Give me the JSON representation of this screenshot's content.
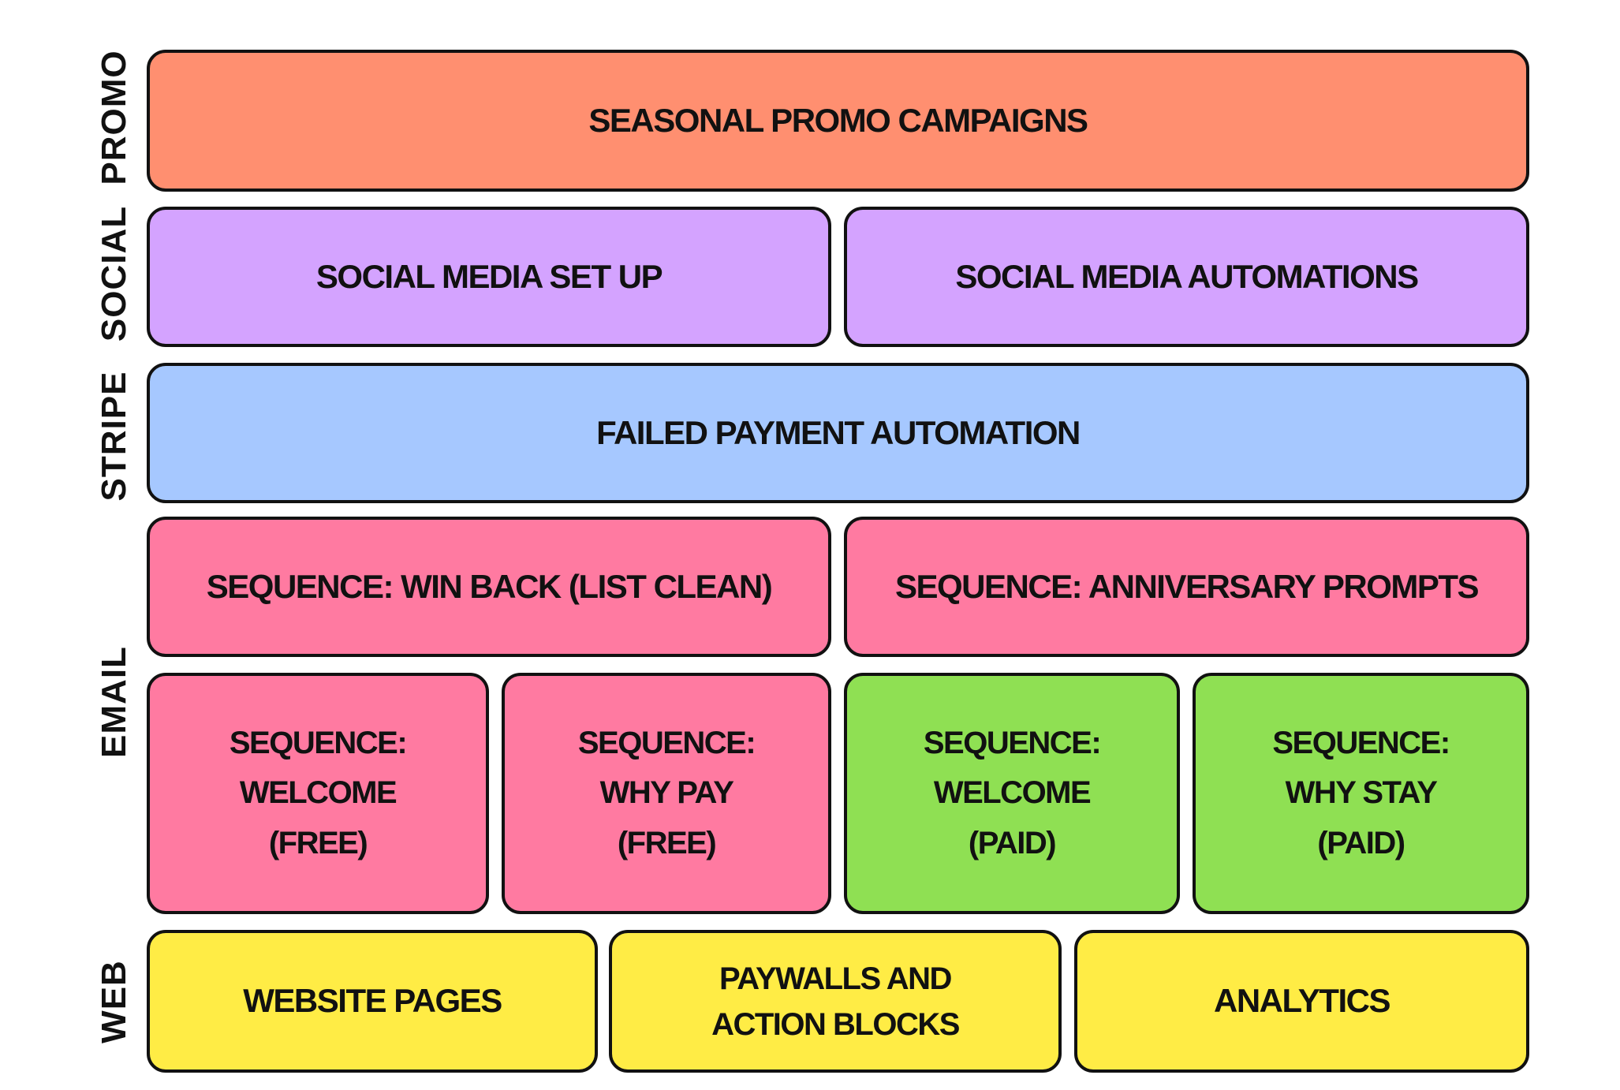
{
  "rows": {
    "promo": {
      "label": "PROMO",
      "boxes": [
        "SEASONAL PROMO CAMPAIGNS"
      ]
    },
    "social": {
      "label": "SOCIAL",
      "boxes": [
        "SOCIAL MEDIA SET UP",
        "SOCIAL MEDIA AUTOMATIONS"
      ]
    },
    "stripe": {
      "label": "STRIPE",
      "boxes": [
        "FAILED PAYMENT AUTOMATION"
      ]
    },
    "email": {
      "label": "EMAIL",
      "wide": [
        "SEQUENCE: WIN BACK (LIST CLEAN)",
        "SEQUENCE: ANNIVERSARY PROMPTS"
      ],
      "small": [
        {
          "lines": [
            "SEQUENCE:",
            "WELCOME",
            "(FREE)"
          ]
        },
        {
          "lines": [
            "SEQUENCE:",
            "WHY PAY",
            "(FREE)"
          ]
        },
        {
          "lines": [
            "SEQUENCE:",
            "WELCOME",
            "(PAID)"
          ]
        },
        {
          "lines": [
            "SEQUENCE:",
            "WHY STAY",
            "(PAID)"
          ]
        }
      ]
    },
    "web": {
      "label": "WEB",
      "boxes": [
        {
          "lines": [
            "WEBSITE PAGES"
          ]
        },
        {
          "lines": [
            "PAYWALLS AND",
            "ACTION BLOCKS"
          ]
        },
        {
          "lines": [
            "ANALYTICS"
          ]
        }
      ]
    }
  },
  "colors": {
    "promo": "#ff8f70",
    "social": "#d4a3ff",
    "stripe": "#a6c8ff",
    "email": "#ff7aa1",
    "email_paid": "#8fe053",
    "web": "#ffec45",
    "border": "#111111"
  }
}
